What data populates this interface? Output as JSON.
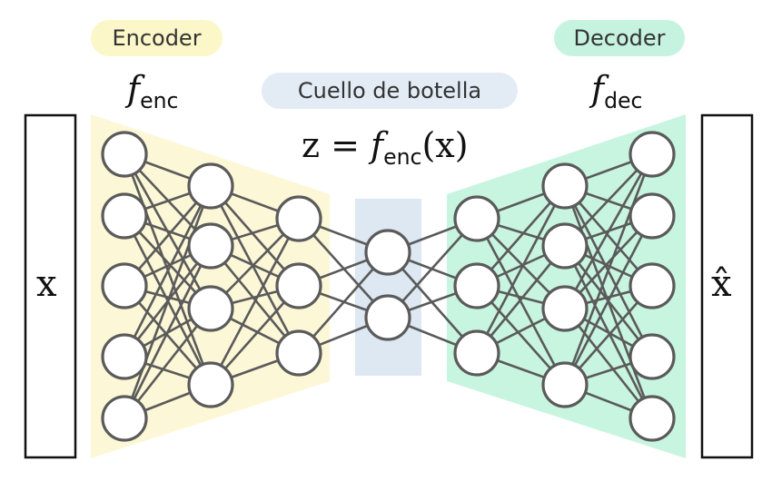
{
  "labels": {
    "encoder": "Encoder",
    "decoder": "Decoder",
    "bottleneck": "Cuello de botella",
    "f": "f",
    "enc_sub": "enc",
    "dec_sub": "dec",
    "z_prefix": "z = ",
    "z_paren_open": "(",
    "z_arg": "x",
    "z_paren_close": ")",
    "input": "x",
    "output": "x̂"
  },
  "network": {
    "layers": [
      5,
      4,
      3,
      2,
      3,
      4,
      5
    ]
  },
  "colors": {
    "encoder_fill": "#fcf7d6",
    "decoder_fill": "#c8f5e0",
    "bottleneck_fill": "#dde8f3",
    "edge": "#5a5a5a",
    "node_stroke": "#5a5a5a",
    "node_fill": "#ffffff"
  }
}
